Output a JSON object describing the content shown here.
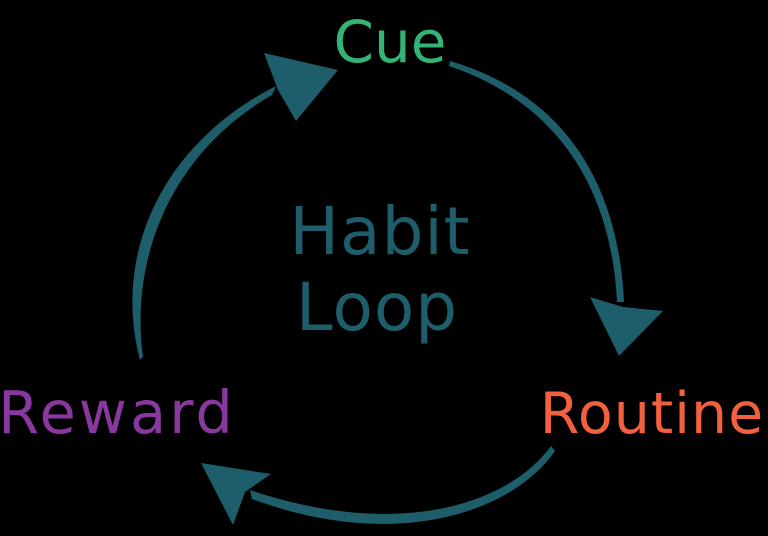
{
  "diagram": {
    "title": {
      "line1": "Habit",
      "line2": "Loop"
    },
    "nodes": [
      {
        "id": "cue",
        "label": "Cue",
        "color": "#34b474",
        "position": "top"
      },
      {
        "id": "routine",
        "label": "Routine",
        "color": "#f2603d",
        "position": "bottom-right"
      },
      {
        "id": "reward",
        "label": "Reward",
        "color": "#88389e",
        "position": "bottom-left"
      }
    ],
    "edges": [
      {
        "from": "Cue",
        "to": "Routine"
      },
      {
        "from": "Routine",
        "to": "Reward"
      },
      {
        "from": "Reward",
        "to": "Cue"
      }
    ],
    "colors": {
      "arrow": "#1d5e6a",
      "title": "#1d5e6a",
      "background": "#000000"
    }
  }
}
